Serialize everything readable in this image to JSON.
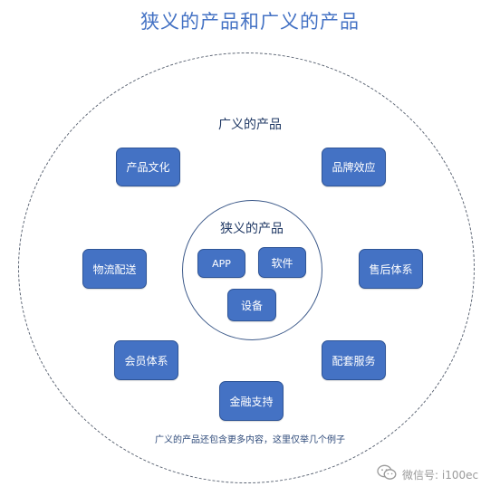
{
  "title": "狭义的产品和广义的产品",
  "outer_heading": "广义的产品",
  "inner_heading": "狭义的产品",
  "outer_items": {
    "culture": "产品文化",
    "brand": "品牌效应",
    "logistics": "物流配送",
    "after_sales": "售后体系",
    "membership": "会员体系",
    "supporting_services": "配套服务",
    "financial": "金融支持"
  },
  "inner_items": {
    "app": "APP",
    "software": "软件",
    "device": "设备"
  },
  "note": "广义的产品还包含更多内容，这里仅举几个例子",
  "watermark": {
    "icon": "wechat-icon",
    "text": "微信号: i100ec"
  },
  "colors": {
    "box_fill": "#4472c4",
    "box_text": "#ffffff",
    "title": "#4472c4"
  }
}
